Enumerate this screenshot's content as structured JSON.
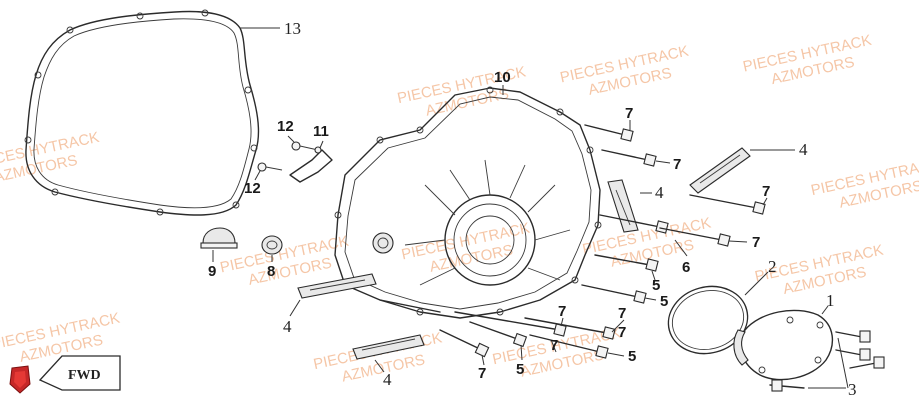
{
  "diagram": {
    "part_numbers": {
      "p13": "13",
      "p10": "10",
      "p12a": "12",
      "p11": "11",
      "p12b": "12",
      "p9": "9",
      "p8": "8",
      "p4a": "4",
      "p4b": "4",
      "p4c": "4",
      "p4d": "4",
      "p7a": "7",
      "p7b": "7",
      "p7c": "7",
      "p7d": "7",
      "p7e": "7",
      "p7f": "7",
      "p7g": "7",
      "p7h": "7",
      "p7i": "7",
      "p5a": "5",
      "p5b": "5",
      "p5c": "5",
      "p5d": "5",
      "p6": "6",
      "p2": "2",
      "p1": "1",
      "p3": "3"
    },
    "fwd_label": "FWD",
    "watermark": {
      "line1": "PIECES HYTRACK",
      "line2": "AZMOTORS"
    },
    "logo_icon": "shield-logo-icon"
  }
}
